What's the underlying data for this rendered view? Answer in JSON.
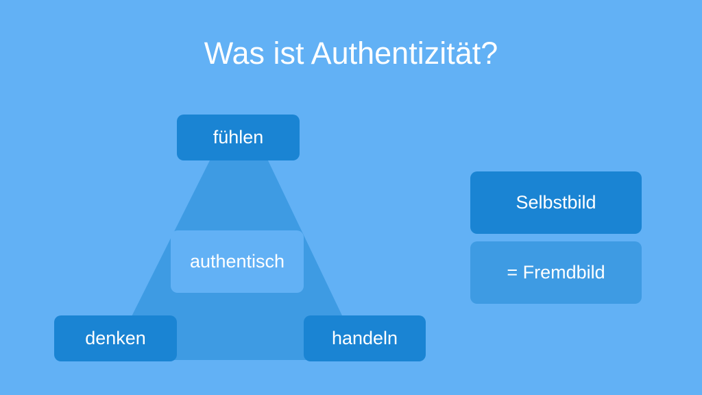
{
  "title": "Was ist Authentizität?",
  "triangle": {
    "top": "fühlen",
    "center": "authentisch",
    "bottom_left": "denken",
    "bottom_right": "handeln"
  },
  "equation": {
    "top": "Selbstbild",
    "bottom": "= Fremdbild"
  },
  "colors": {
    "background": "#62b1f5",
    "box_dark": "#1a84d3",
    "box_mid": "#3e9be3",
    "text": "#ffffff"
  }
}
